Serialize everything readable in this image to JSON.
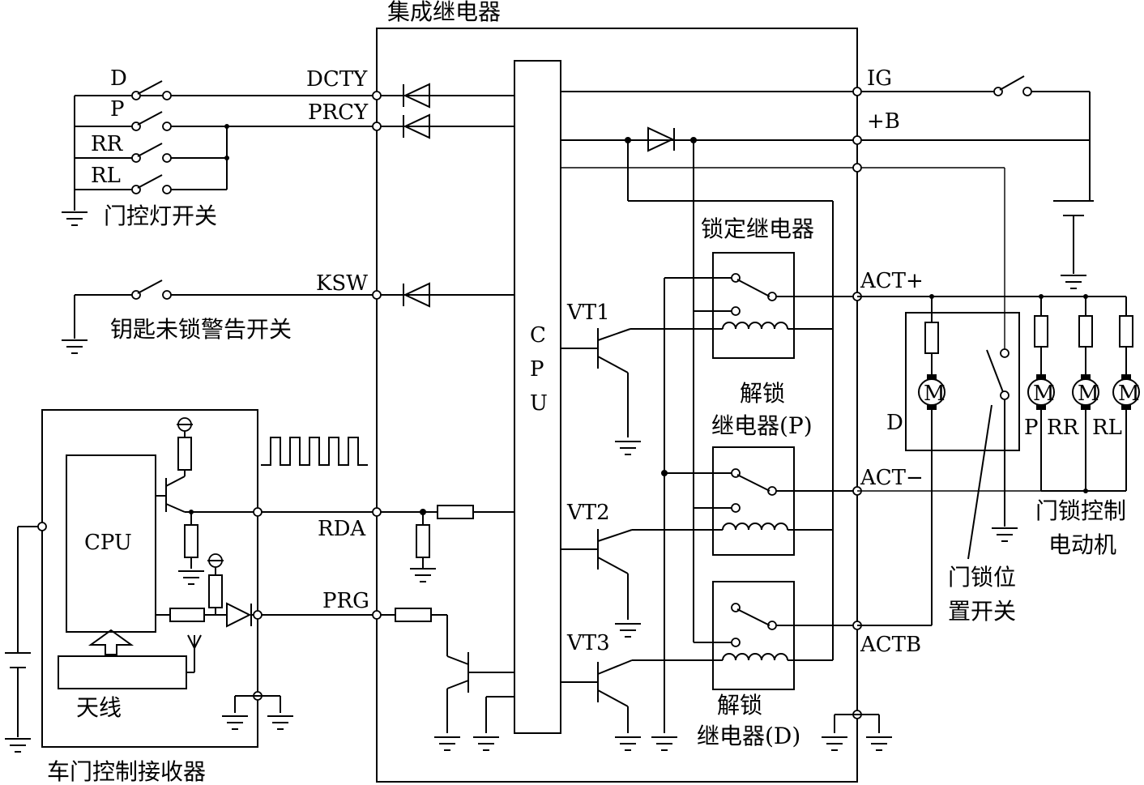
{
  "relay": {
    "title": "集成继电器",
    "cpu_letters": [
      "C",
      "P",
      "U"
    ],
    "pins": {
      "dcty": "DCTY",
      "prcy": "PRCY",
      "ksw": "KSW",
      "rda": "RDA",
      "prg": "PRG",
      "ig": "IG",
      "b": "+B",
      "act_plus": "ACT+",
      "act_minus": "ACT−",
      "actb": "ACTB"
    },
    "transistors": {
      "vt1": "VT1",
      "vt2": "VT2",
      "vt3": "VT3"
    },
    "relay_lock": "锁定继电器",
    "relay_unlock_p_line1": "解锁",
    "relay_unlock_p_line2": "继电器(P)",
    "relay_unlock_d_line1": "解锁",
    "relay_unlock_d_line2": "继电器(D)"
  },
  "door_switches": {
    "labels": {
      "d": "D",
      "p": "P",
      "rr": "RR",
      "rl": "RL"
    },
    "title": "门控灯开关"
  },
  "key_switch": {
    "title": "钥匙未锁警告开关"
  },
  "receiver": {
    "cpu": "CPU",
    "antenna": "天线",
    "title": "车门控制接收器"
  },
  "motors": {
    "symbol": "M",
    "labels": {
      "d": "D",
      "p": "P",
      "rr": "RR",
      "rl": "RL"
    },
    "title_line1": "门锁控制",
    "title_line2": "电动机"
  },
  "position_switch": {
    "line1": "门锁位",
    "line2": "置开关"
  }
}
